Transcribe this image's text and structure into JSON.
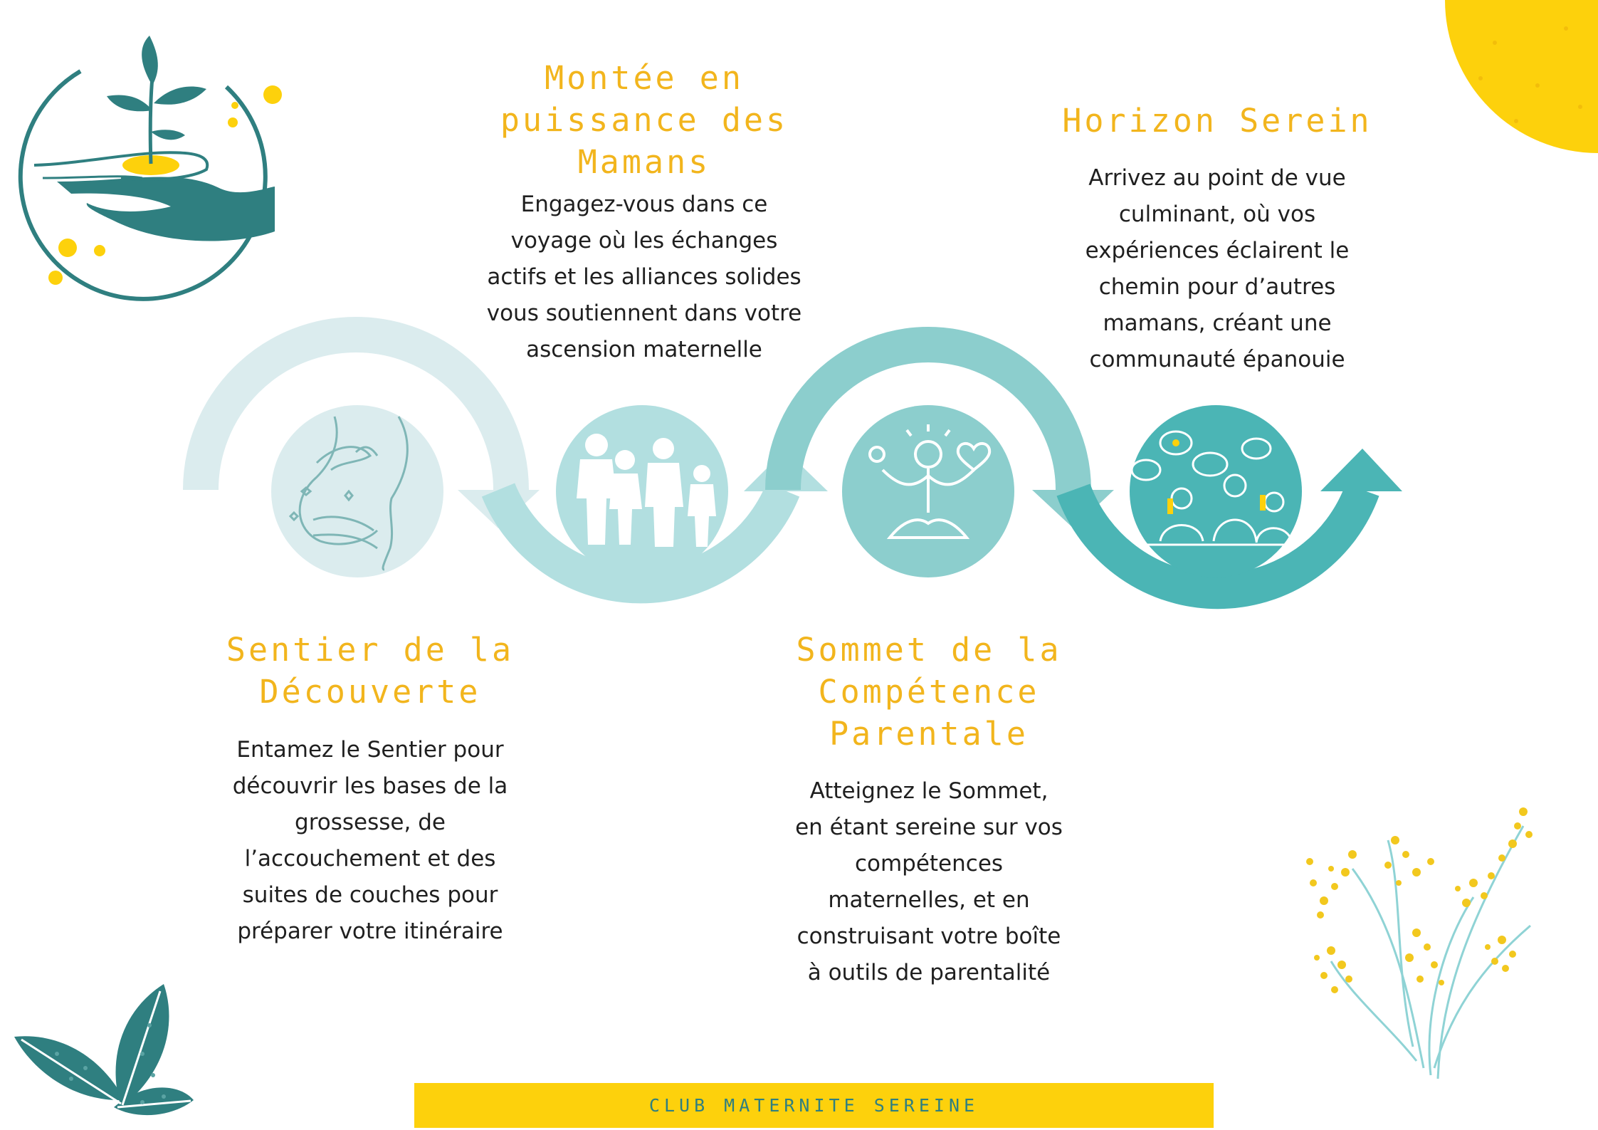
{
  "stages": [
    {
      "title": "Sentier de la\nDécouverte",
      "description": "Entamez le Sentier pour\ndécouvrir les bases de la\ngrossesse, de\nl’accouchement et des\nsuites de couches pour\npréparer votre itinéraire"
    },
    {
      "title": "Montée en\npuissance des\nMamans",
      "description": "Engagez-vous dans ce\nvoyage où les échanges\nactifs et les alliances solides\nvous soutiennent dans votre\nascension maternelle"
    },
    {
      "title": "Sommet de la\nCompétence\nParentale",
      "description": "Atteignez le Sommet,\nen étant sereine sur vos\ncompétences\nmaternelles, et en\nconstruisant votre boîte\nà outils de parentalité"
    },
    {
      "title": "Horizon Serein",
      "description": "Arrivez au point de vue\nculminant, où vos\nexpériences éclairent le\nchemin pour d’autres\nmamans, créant une\ncommunauté épanouie"
    }
  ],
  "footer": {
    "label": "CLUB MATERNITE SEREINE"
  },
  "icons": {
    "logo": "hands-holding-sprout-icon",
    "stage1": "pregnant-woman-icon",
    "stage2": "family-silhouette-icon",
    "stage3": "meditating-person-icon",
    "stage4": "women-discussion-icon",
    "leaves": "leaves-icon",
    "flowers": "mimosa-flowers-icon",
    "sun": "sun-quarter-icon"
  },
  "colors": {
    "title": "#f2b51d",
    "accent_yellow": "#fdd10c",
    "teal_dark": "#2f7f80",
    "arc1": "#dbecee",
    "arc2": "#b2dfe0",
    "arc3": "#8ccecd",
    "arc4": "#4bb5b5",
    "circle1": "#dbecee",
    "circle2": "#b2dfe0",
    "circle3": "#8ccecd",
    "circle4": "#4bb5b5"
  }
}
